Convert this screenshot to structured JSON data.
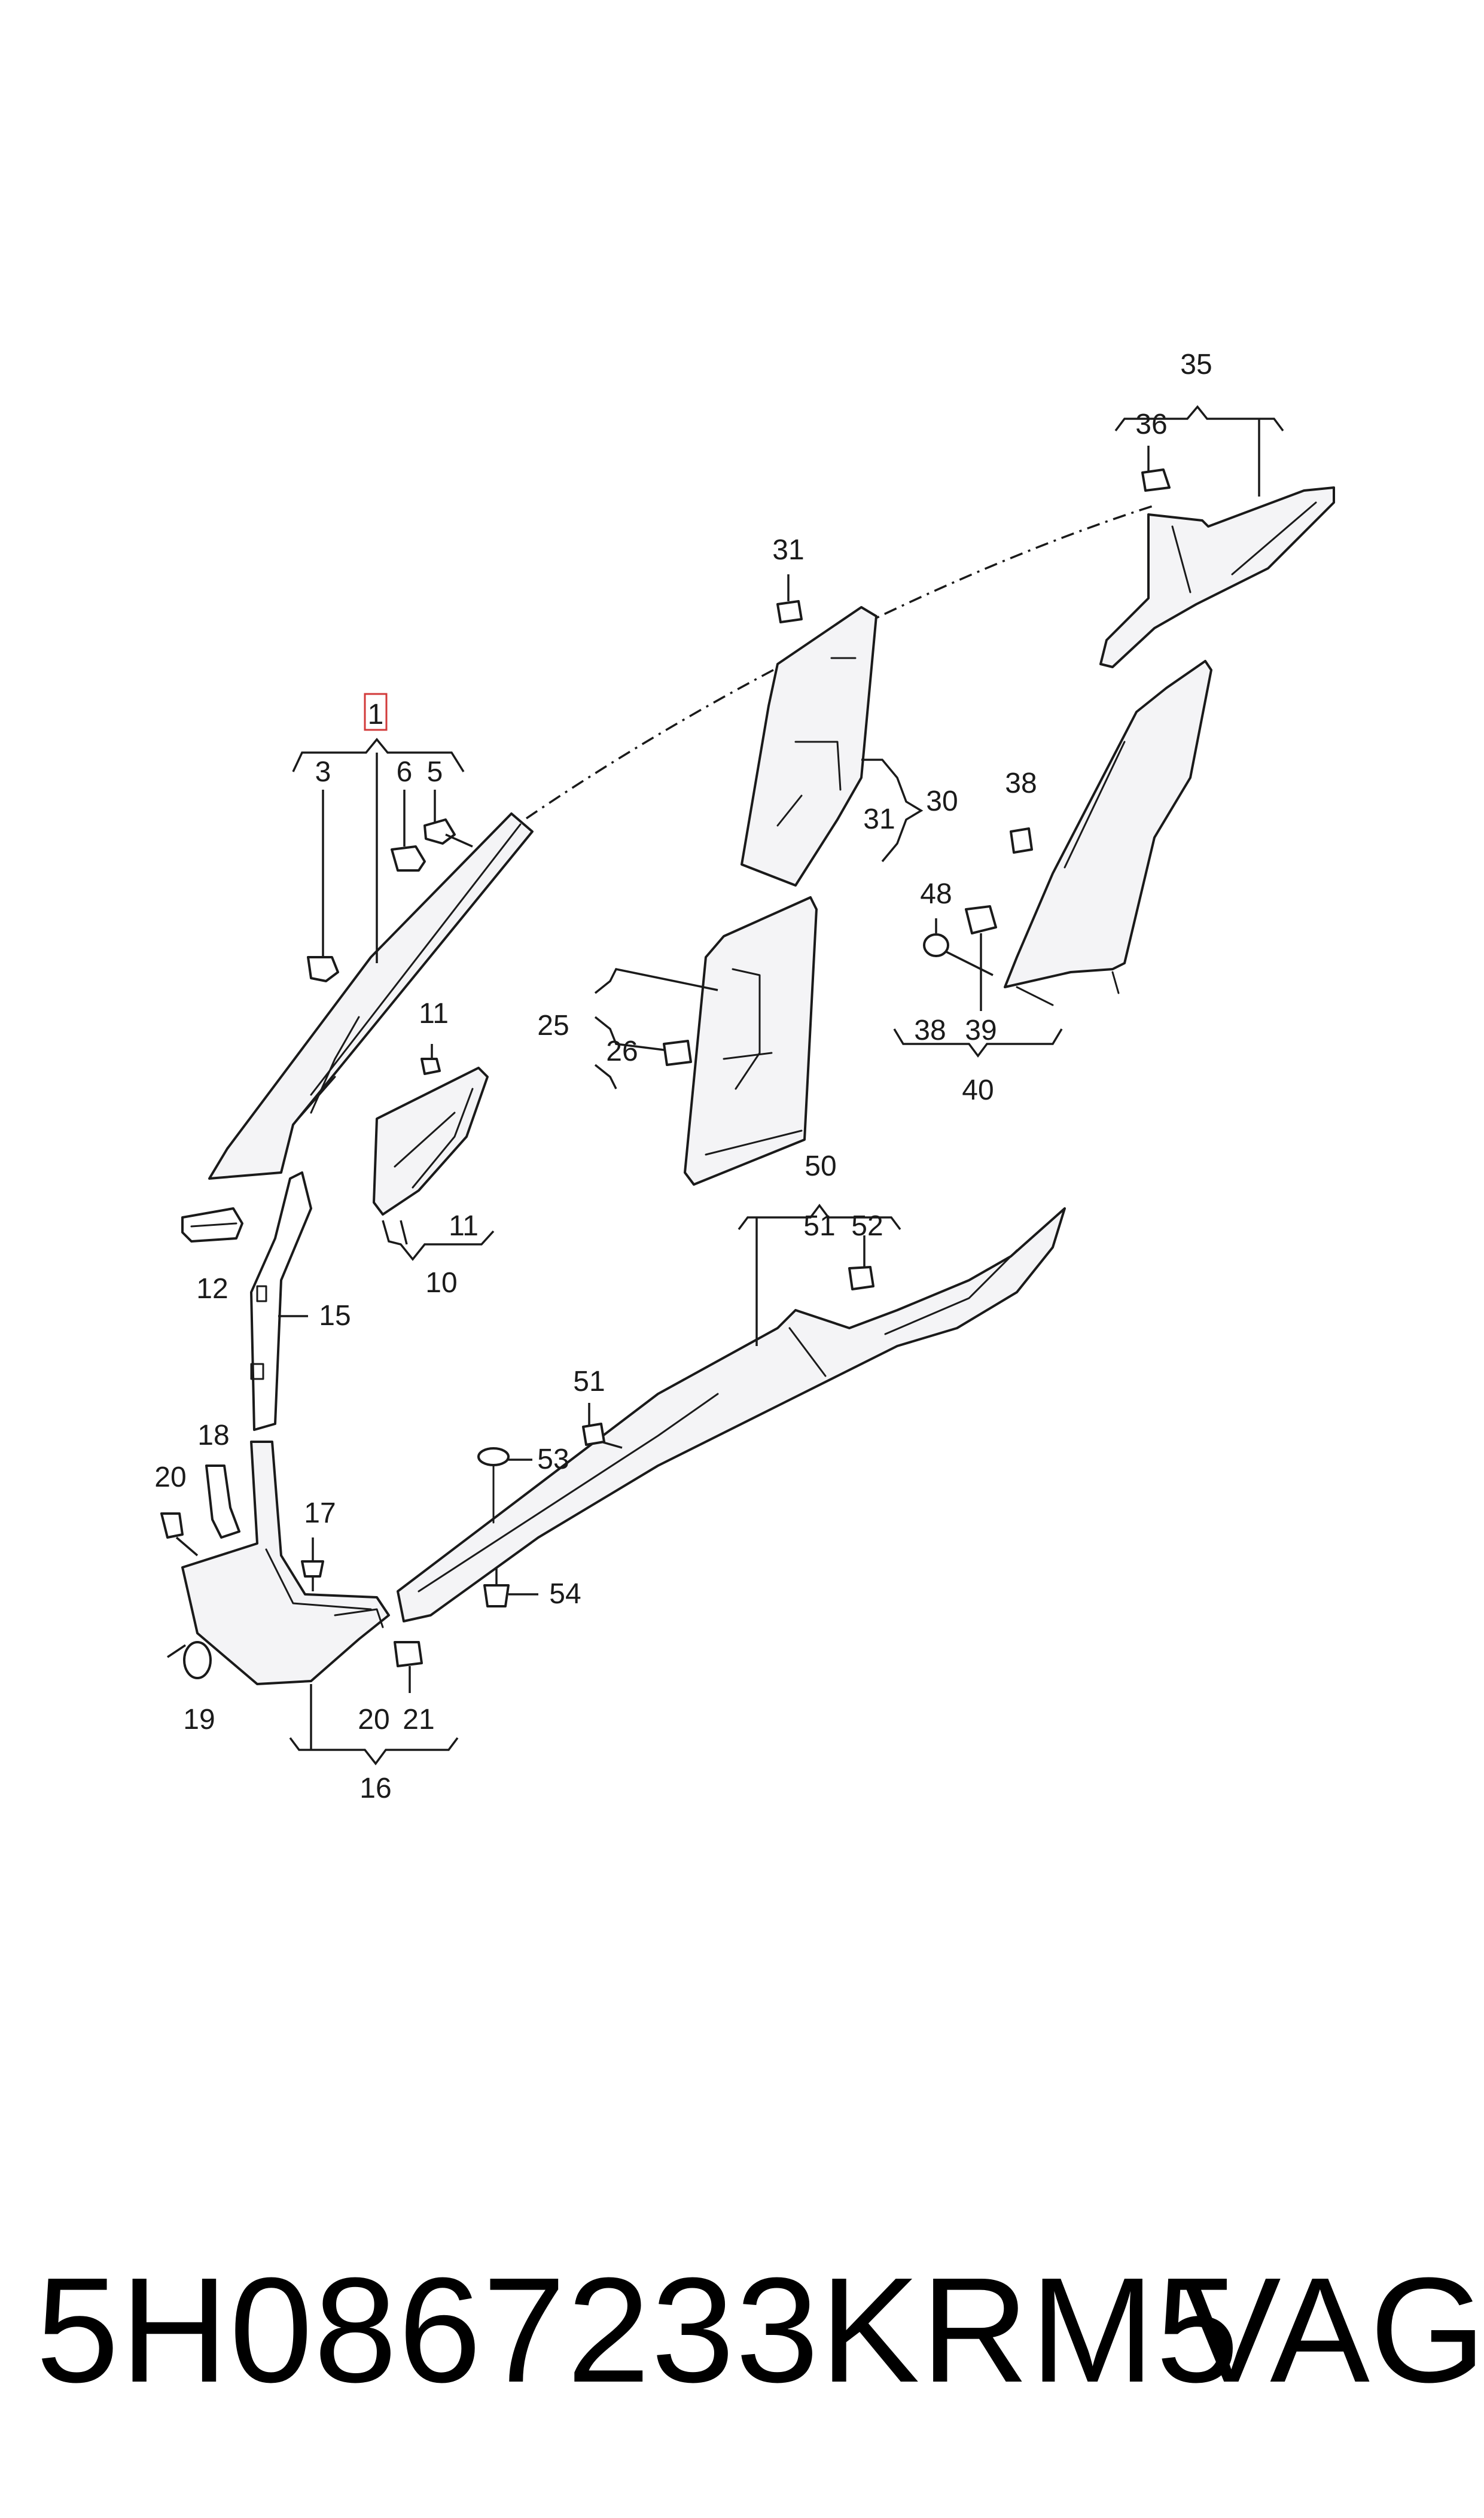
{
  "callouts": {
    "c1": "1",
    "c3": "3",
    "c5": "5",
    "c6": "6",
    "c10": "10",
    "c11a": "11",
    "c11b": "11",
    "c12": "12",
    "c15": "15",
    "c16": "16",
    "c17": "17",
    "c18": "18",
    "c19": "19",
    "c20a": "20",
    "c20b": "20",
    "c21": "21",
    "c25": "25",
    "c26": "26",
    "c30": "30",
    "c31a": "31",
    "c31b": "31",
    "c35": "35",
    "c36": "36",
    "c38a": "38",
    "c38b": "38",
    "c39": "39",
    "c40": "40",
    "c48": "48",
    "c50": "50",
    "c51a": "51",
    "c51b": "51",
    "c52": "52",
    "c53": "53",
    "c54": "54"
  },
  "footer": {
    "part_number": "5H0867233KRM5",
    "brand": "VAG"
  },
  "colors": {
    "line": "#1a1a1a",
    "highlight": "#d23a3a",
    "part_fill": "#f4f4f6"
  }
}
